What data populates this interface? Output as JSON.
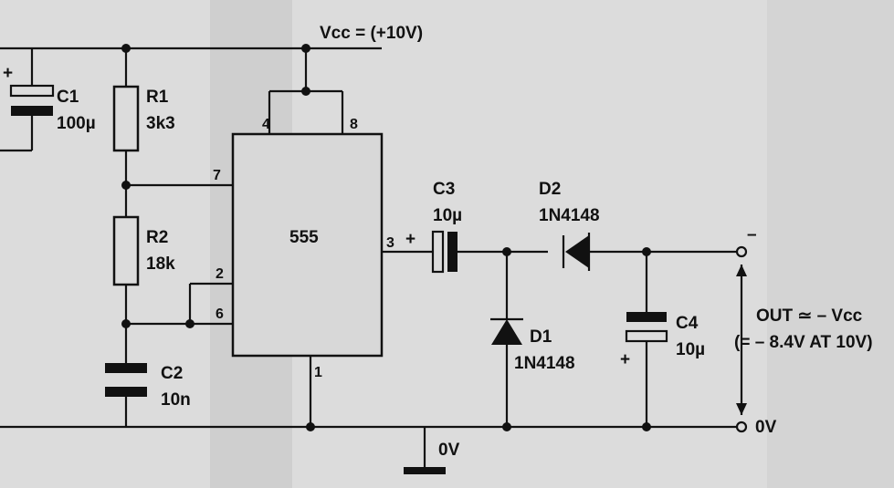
{
  "supply": {
    "label": "Vcc = (+10V)"
  },
  "ic": {
    "name": "555",
    "pins": {
      "p1": "1",
      "p2": "2",
      "p3": "3",
      "p4": "4",
      "p6": "6",
      "p7": "7",
      "p8": "8"
    }
  },
  "components": {
    "c1": {
      "name": "C1",
      "value": "100µ",
      "polarity": "+"
    },
    "r1": {
      "name": "R1",
      "value": "3k3"
    },
    "r2": {
      "name": "R2",
      "value": "18k"
    },
    "c2": {
      "name": "C2",
      "value": "10n"
    },
    "c3": {
      "name": "C3",
      "value": "10µ",
      "polarity": "+"
    },
    "d1": {
      "name": "D1",
      "value": "1N4148"
    },
    "d2": {
      "name": "D2",
      "value": "1N4148"
    },
    "c4": {
      "name": "C4",
      "value": "10µ",
      "polarity": "+"
    }
  },
  "output": {
    "minus": "–",
    "label": "OUT ≃ – Vcc",
    "detail": "(= – 8.4V AT 10V)",
    "zero": "0V"
  },
  "ground": {
    "label": "0V"
  }
}
